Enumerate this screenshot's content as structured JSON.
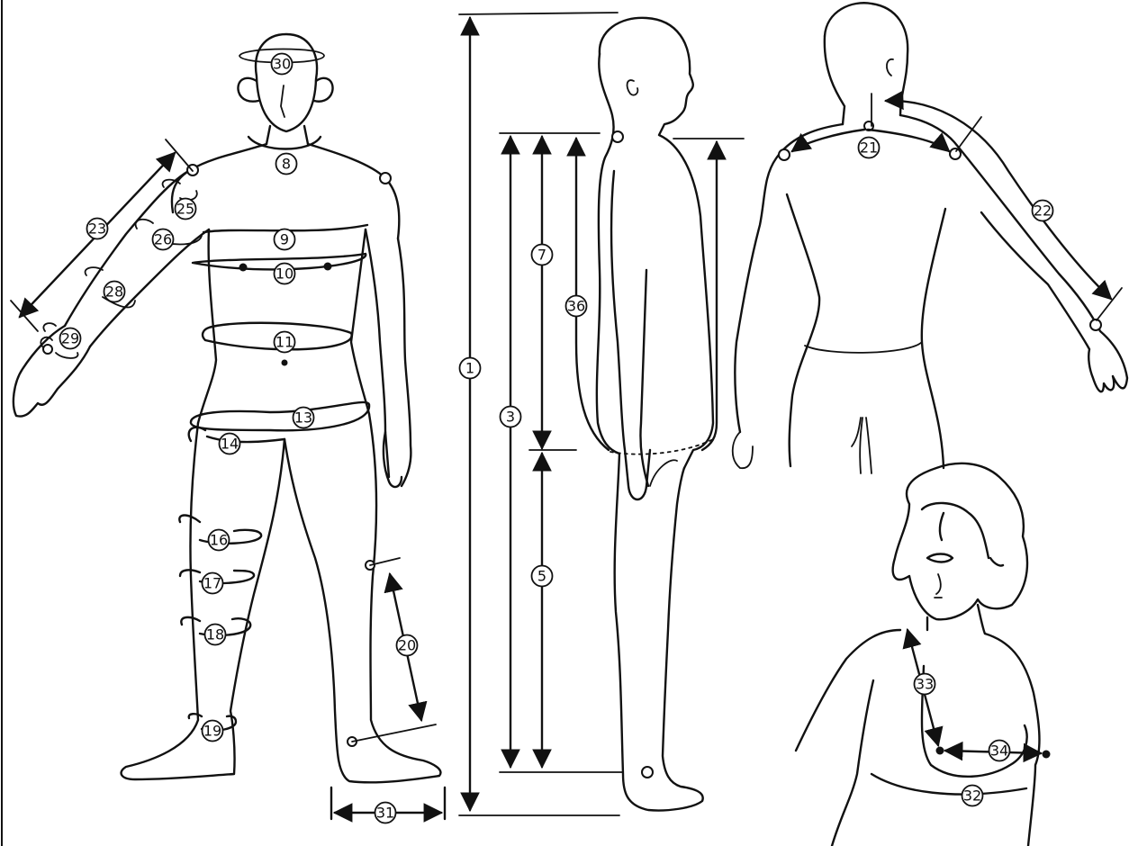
{
  "diagram": {
    "labels": {
      "l1": "1",
      "l3": "3",
      "l5": "5",
      "l7": "7",
      "l8": "8",
      "l9": "9",
      "l10": "10",
      "l11": "11",
      "l13": "13",
      "l14": "14",
      "l16": "16",
      "l17": "17",
      "l18": "18",
      "l19": "19",
      "l20": "20",
      "l21": "21",
      "l22": "22",
      "l23": "23",
      "l25": "25",
      "l26": "26",
      "l28": "28",
      "l29": "29",
      "l30": "30",
      "l31": "31",
      "l32": "32",
      "l33": "33",
      "l34": "34",
      "l36": "36"
    },
    "colors": {
      "line": "#111111",
      "background": "#ffffff"
    }
  }
}
